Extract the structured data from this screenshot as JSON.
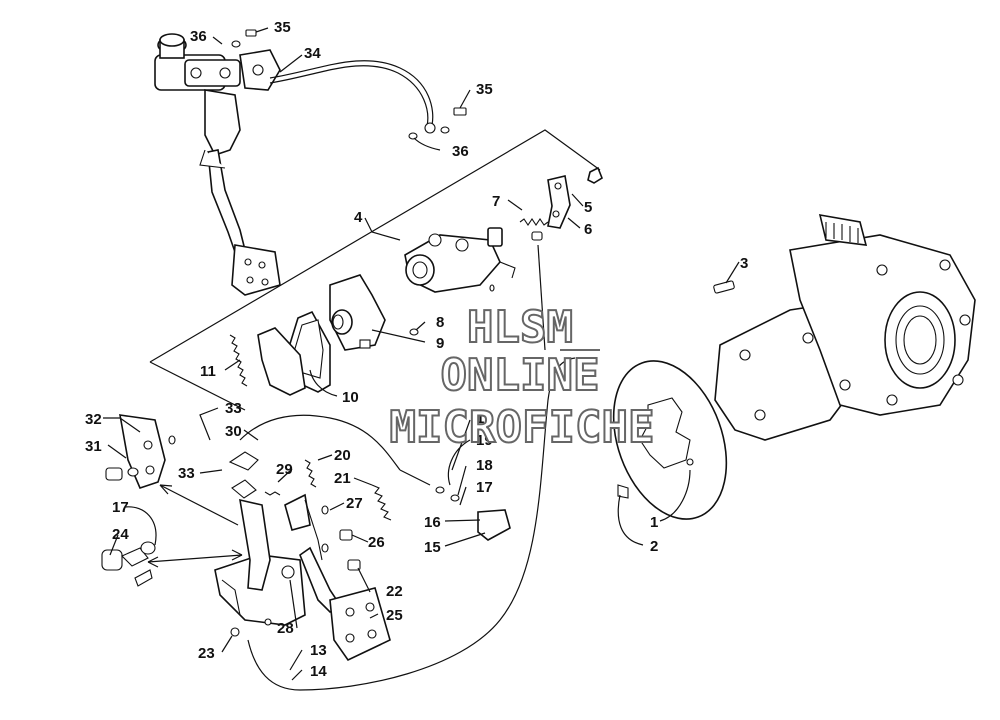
{
  "watermark": {
    "line1": "HLSM",
    "line2": "ONLINE",
    "line3": "MICROFICHE"
  },
  "callouts": {
    "c1": "1",
    "c2": "2",
    "c3": "3",
    "c4": "4",
    "c5": "5",
    "c6": "6",
    "c7": "7",
    "c8": "8",
    "c9": "9",
    "c10": "10",
    "c11": "11",
    "c12": "12",
    "c13": "13",
    "c14": "14",
    "c15": "15",
    "c16": "16",
    "c17a": "17",
    "c17b": "17",
    "c18": "18",
    "c19": "19",
    "c20": "20",
    "c21": "21",
    "c22": "22",
    "c23": "23",
    "c24": "24",
    "c25": "25",
    "c26": "26",
    "c27": "27",
    "c28": "28",
    "c29": "29",
    "c30": "30",
    "c31": "31",
    "c32": "32",
    "c33a": "33",
    "c33b": "33",
    "c34": "34",
    "c35a": "35",
    "c35b": "35",
    "c36a": "36",
    "c36b": "36"
  }
}
